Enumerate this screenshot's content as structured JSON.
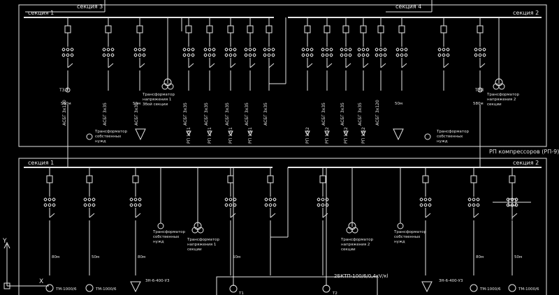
{
  "upper": {
    "section1": "секция 1",
    "section2": "секция 2",
    "section3": "секция 3",
    "section4": "секция 4",
    "panel_label": "РП компрессоров (РП-9)",
    "cable_labels": [
      "АСБГ 3х120",
      "АСБГ 3х35",
      "АСБГ 3х35",
      "АСБГ 3х35",
      "АСБГ 3х35",
      "АСБГ 3х35",
      "АСБГ 3х35",
      "АСБГ 3х35",
      "АСБГ 3х35",
      "АСБГ 3х35",
      "АСБГ 3х35",
      "АСБГ 3х120"
    ],
    "lengths": [
      "580м",
      "50м",
      "50м",
      "580м"
    ],
    "rp_labels": [
      "РП 10-1",
      "РП 11-1",
      "РП 12-1",
      "РП 13-1",
      "РП 10-2",
      "РП 11-2",
      "РП 12-2",
      "РП 13-2"
    ],
    "tzl_left": "ТЗЛ",
    "tzl_right": "ТЗЛ",
    "vt1": [
      "Трансформатор",
      "напряжения 1",
      "3бой секции"
    ],
    "vt2": [
      "Трансформатор",
      "напряжения 2",
      "секции"
    ],
    "aux1": [
      "Трансформатор",
      "собственных",
      "нужд"
    ],
    "aux2": [
      "Трансформатор",
      "собственных",
      "нужд"
    ]
  },
  "lower": {
    "section1": "секция 1",
    "section2": "секция 2",
    "vt1": [
      "Трансформатор",
      "напряжения 1",
      "секции"
    ],
    "vt2": [
      "Трансформатор",
      "напряжения 2",
      "секции"
    ],
    "aux1": [
      "Трансформатор",
      "собственных",
      "нужд"
    ],
    "aux2": [
      "Трансформатор",
      "собственных",
      "нужд"
    ],
    "lengths": [
      "80м",
      "50м",
      "80м",
      "50м",
      "80м",
      "50м"
    ],
    "ktp_label": "2БКТП-100/6/0,4кV/кl",
    "bottom_labels": [
      "ТМ-1000/6",
      "ТМ-1000/6",
      "ЗН-6-400-У3",
      "ЗН-6-400-У3",
      "ТМ-1000/6",
      "ТМ-1000/6"
    ],
    "t1": "Т1",
    "t2": "Т2"
  },
  "axis": {
    "y": "Y",
    "x": "X"
  }
}
